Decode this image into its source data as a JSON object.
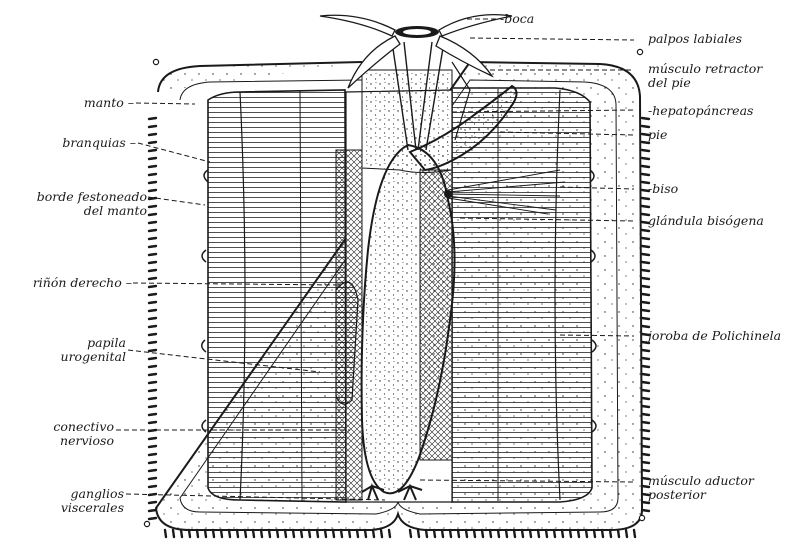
{
  "diagram": {
    "labels_left": [
      {
        "id": "manto",
        "text": "manto"
      },
      {
        "id": "branquias",
        "text": "branquias"
      },
      {
        "id": "borde",
        "line1": "borde festoneado",
        "line2": "del manto"
      },
      {
        "id": "rinon",
        "text": "riñón derecho"
      },
      {
        "id": "papila",
        "line1": "papila",
        "line2": "urogenital"
      },
      {
        "id": "conectivo",
        "line1": "conectivo",
        "line2": "nervioso"
      },
      {
        "id": "ganglios",
        "line1": "ganglios",
        "line2": "viscerales"
      }
    ],
    "labels_right": [
      {
        "id": "boca",
        "text": "boca"
      },
      {
        "id": "palpos",
        "text": "palpos labiales"
      },
      {
        "id": "musculo_retractor",
        "line1": "músculo retractor",
        "line2": "del pie"
      },
      {
        "id": "hepatopancreas",
        "text": "hepatopáncreas"
      },
      {
        "id": "pie",
        "text": "pie"
      },
      {
        "id": "biso",
        "text": "biso"
      },
      {
        "id": "glandula",
        "text": "glándula bisógena"
      },
      {
        "id": "joroba",
        "text": "joroba de Polichinela"
      },
      {
        "id": "musculo_aductor",
        "line1": "músculo aductor",
        "line2": "posterior"
      }
    ],
    "colors": {
      "ink": "#1a1a1a",
      "paper": "#ffffff"
    }
  }
}
